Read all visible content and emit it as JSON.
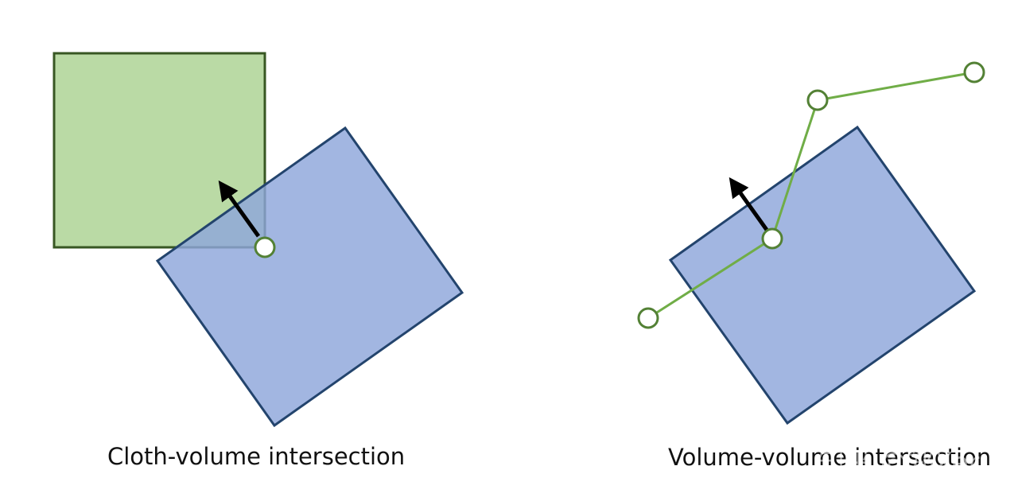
{
  "panels": [
    {
      "caption": "Cloth-volume intersection"
    },
    {
      "caption": "Volume-volume intersection"
    }
  ],
  "watermark": "知乎 @郑Xer",
  "colors": {
    "blue_fill": "#a2b6e1",
    "blue_stroke": "#23446d",
    "green_fill": "#a9d18e",
    "green_stroke": "#385723",
    "green_line": "#70ad47",
    "green_node_stroke": "#538135",
    "arrow": "#000000"
  }
}
